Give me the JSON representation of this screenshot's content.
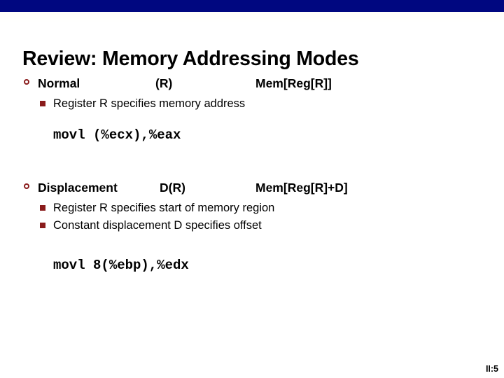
{
  "slide": {
    "title": "Review: Memory Addressing Modes",
    "footer_number": "II:5",
    "accent_bar_color": "#000780",
    "bullet_color": "#8a1c1c",
    "text_color": "#000000",
    "background_color": "#ffffff"
  },
  "sections": [
    {
      "mode_name": "Normal",
      "syntax": "(R)",
      "semantics": "Mem[Reg[R]]",
      "details": [
        "Register R specifies memory address"
      ],
      "code": "movl (%ecx),%eax"
    },
    {
      "mode_name": "Displacement",
      "syntax": "D(R)",
      "semantics": "Mem[Reg[R]+D]",
      "details": [
        "Register R specifies start of memory region",
        "Constant displacement D specifies offset"
      ],
      "code": "movl 8(%ebp),%edx"
    }
  ]
}
